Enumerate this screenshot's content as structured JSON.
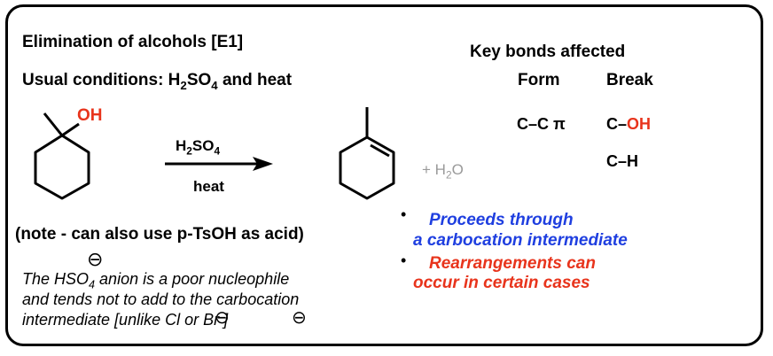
{
  "title": "Elimination of alcohols [E1]",
  "conditions": {
    "prefix": "Usual conditions: H",
    "sub1": "2",
    "mid": "SO",
    "sub2": "4",
    "suffix": " and heat"
  },
  "reactant": {
    "oh_label": "OH"
  },
  "arrow": {
    "reagent_prefix": "H",
    "reagent_sub1": "2",
    "reagent_mid": "SO",
    "reagent_sub2": "4",
    "below": "heat"
  },
  "byproduct": {
    "prefix": "+ H",
    "sub": "2",
    "suffix": "O"
  },
  "key_bonds": {
    "heading": "Key bonds affected",
    "form_header": "Form",
    "break_header": "Break",
    "form_items": [
      "C–C π"
    ],
    "break_1_prefix": "C–",
    "break_1_highlight": "OH",
    "break_2": "C–H"
  },
  "note": "(note - can also use p-TsOH as acid)",
  "bullets": [
    {
      "symbol": "•",
      "lines": [
        "Proceeds through",
        "a carbocation intermediate"
      ],
      "color": "#1f3fe0"
    },
    {
      "symbol": "•",
      "lines": [
        "Rearrangements can",
        "occur in certain cases"
      ],
      "color": "#e8341c"
    }
  ],
  "explanation": {
    "line1_prefix": "The HSO",
    "line1_sub": "4",
    "line1_suffix": " anion is a poor nucleophile",
    "line2": "and tends not to add to the carbocation",
    "line3": "intermediate  [unlike Cl  or Br  ]",
    "charge_symbol": "⊖"
  },
  "colors": {
    "accent_red": "#e8341c",
    "accent_blue": "#1f3fe0",
    "gray": "#9a9a9a"
  }
}
